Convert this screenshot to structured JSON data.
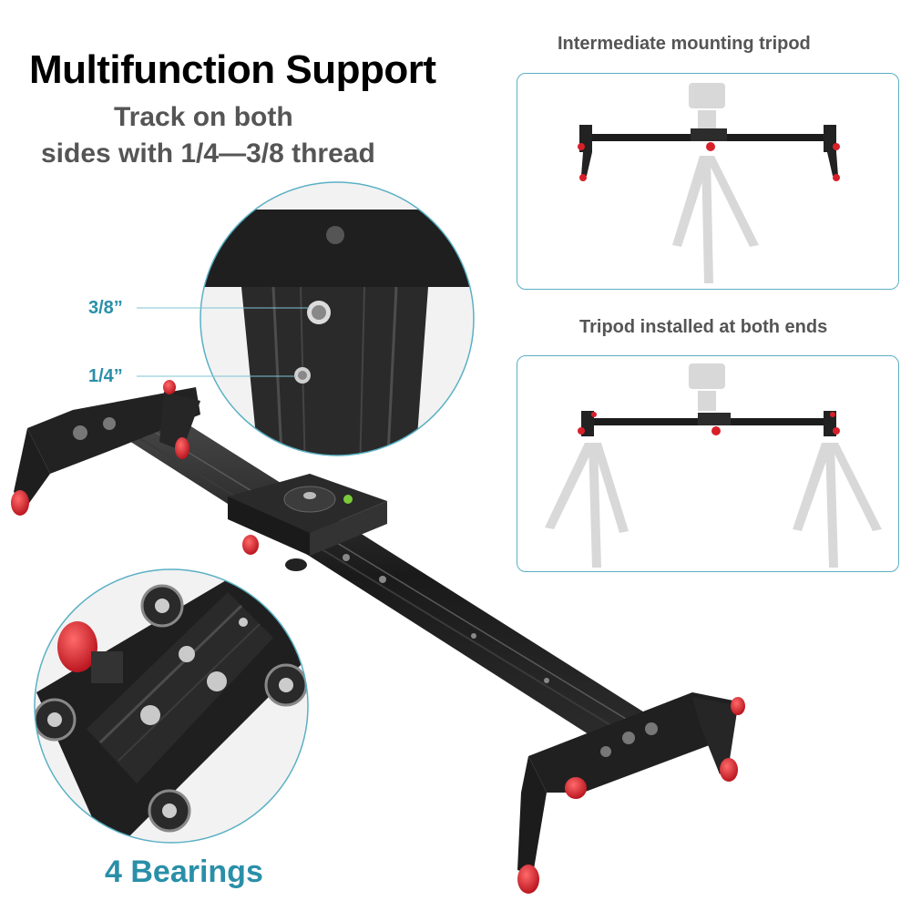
{
  "headline": {
    "title": "Multifunction Support",
    "subtitle_line1": "Track on both",
    "subtitle_line2": "sides with 1/4—3/8 thread"
  },
  "callouts": {
    "thread_large": "3/8”",
    "thread_small": "1/4”",
    "bearings": "4 Bearings"
  },
  "panels": [
    {
      "caption": "Intermediate mounting tripod"
    },
    {
      "caption": "Tripod installed at both ends"
    }
  ],
  "colors": {
    "accent": "#2a8fa8",
    "panel_border": "#5ab0c4",
    "knob_red": "#d8202a",
    "rail_black": "#1c1c1c"
  }
}
